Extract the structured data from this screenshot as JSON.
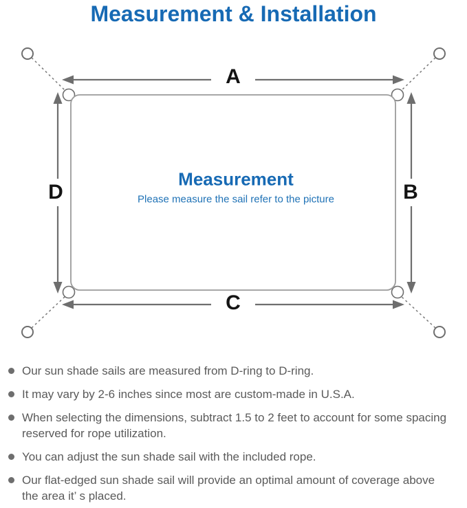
{
  "title": "Measurement & Installation",
  "diagram": {
    "labels": {
      "top": "A",
      "right": "B",
      "bottom": "C",
      "left": "D"
    },
    "center_title": "Measurement",
    "center_subtitle": "Please measure the sail refer to the picture"
  },
  "bullets": [
    "Our sun shade sails are measured from D-ring to D-ring.",
    "It may vary by 2-6 inches since most are custom-made in U.S.A.",
    "When selecting the dimensions, subtract 1.5 to 2 feet to account for some spacing\nreserved for rope utilization.",
    "You can adjust the sun shade sail with the included rope.",
    "Our flat-edged sun shade sail will provide an optimal amount of coverage above\nthe area it’ s placed."
  ],
  "colors": {
    "accent_blue": "#176ab4",
    "sail_outline_gray": "#9b9b9b",
    "arrow_gray": "#6e6e6e",
    "body_text_gray": "#5a5a5a"
  }
}
